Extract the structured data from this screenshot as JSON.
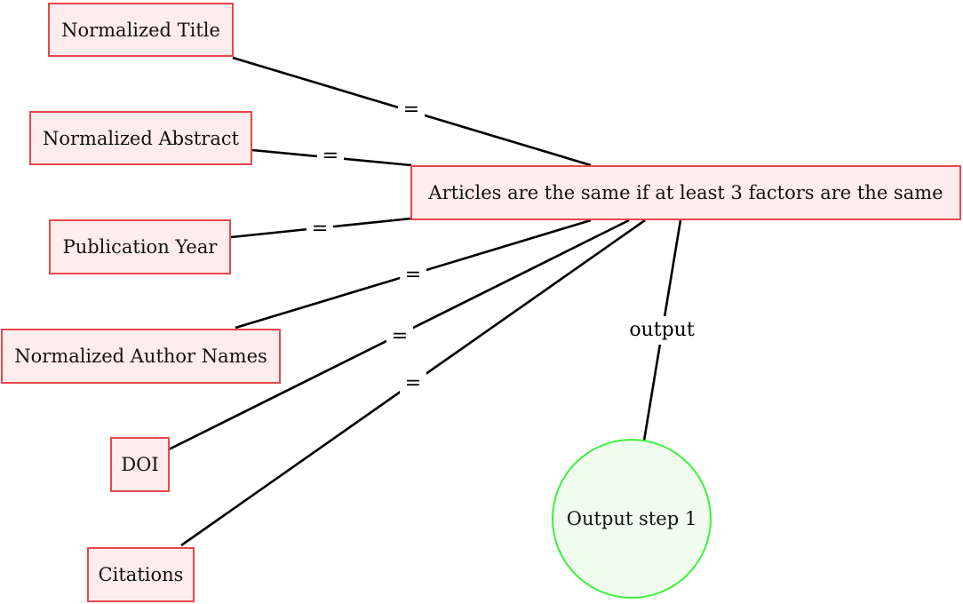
{
  "nodes": {
    "normalized_title": "Normalized Title",
    "normalized_abstract": "Normalized Abstract",
    "publication_year": "Publication Year",
    "normalized_author_names": "Normalized Author Names",
    "doi": "DOI",
    "citations": "Citations",
    "rule": "Articles are the same if at least 3 factors are the same",
    "output": "Output step 1"
  },
  "edge_labels": {
    "equals": "=",
    "output": "output"
  },
  "colors": {
    "factor_border": "#e8474b",
    "factor_fill": "#ffecec",
    "output_border": "#3ff03f",
    "output_fill": "#effcee"
  }
}
